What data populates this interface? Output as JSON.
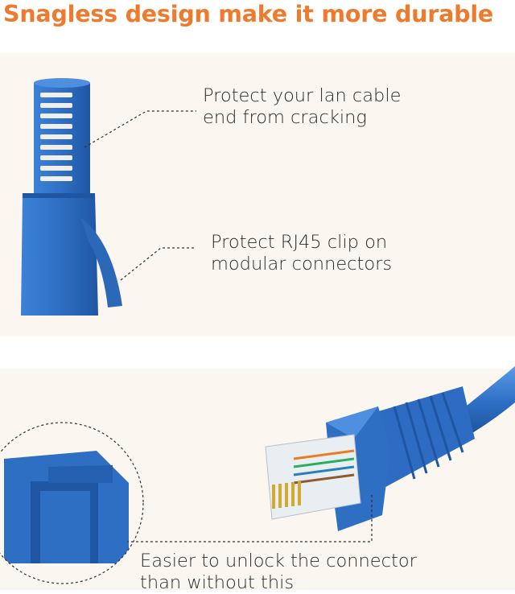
{
  "headline": "Snagless design make it more durable",
  "callouts": {
    "top": {
      "line1": "Protect your lan cable",
      "line2": "end from cracking"
    },
    "middle": {
      "line1": "Protect RJ45 clip on",
      "line2": "modular connectors"
    },
    "bottom": {
      "line1": "Easier to unlock the connector",
      "line2": "than without this"
    }
  },
  "colors": {
    "headline": "#ee7b2d",
    "boot": "#2e6fc6",
    "panel": "#fbf6f0"
  }
}
